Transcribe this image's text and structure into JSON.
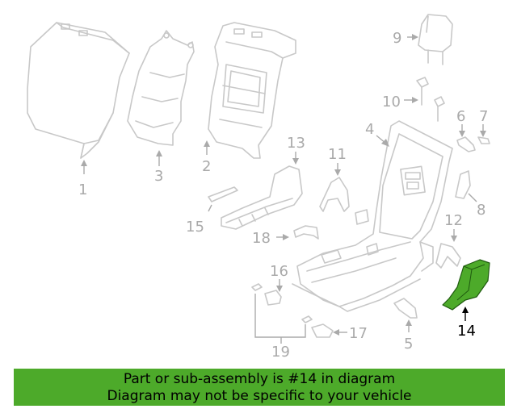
{
  "diagram": {
    "highlight_color": "#4daa2a",
    "line_color": "#c8c8c8",
    "callouts": {
      "c1": "1",
      "c2": "2",
      "c3": "3",
      "c4": "4",
      "c5": "5",
      "c6": "6",
      "c7": "7",
      "c8": "8",
      "c9": "9",
      "c10": "10",
      "c11": "11",
      "c12": "12",
      "c13": "13",
      "c14": "14",
      "c15": "15",
      "c16": "16",
      "c17": "17",
      "c18": "18",
      "c19": "19"
    }
  },
  "banner": {
    "line1": "Part or sub-assembly is #14 in diagram",
    "line2": "Diagram may not be specific to your vehicle",
    "color": "#4daa2a"
  }
}
